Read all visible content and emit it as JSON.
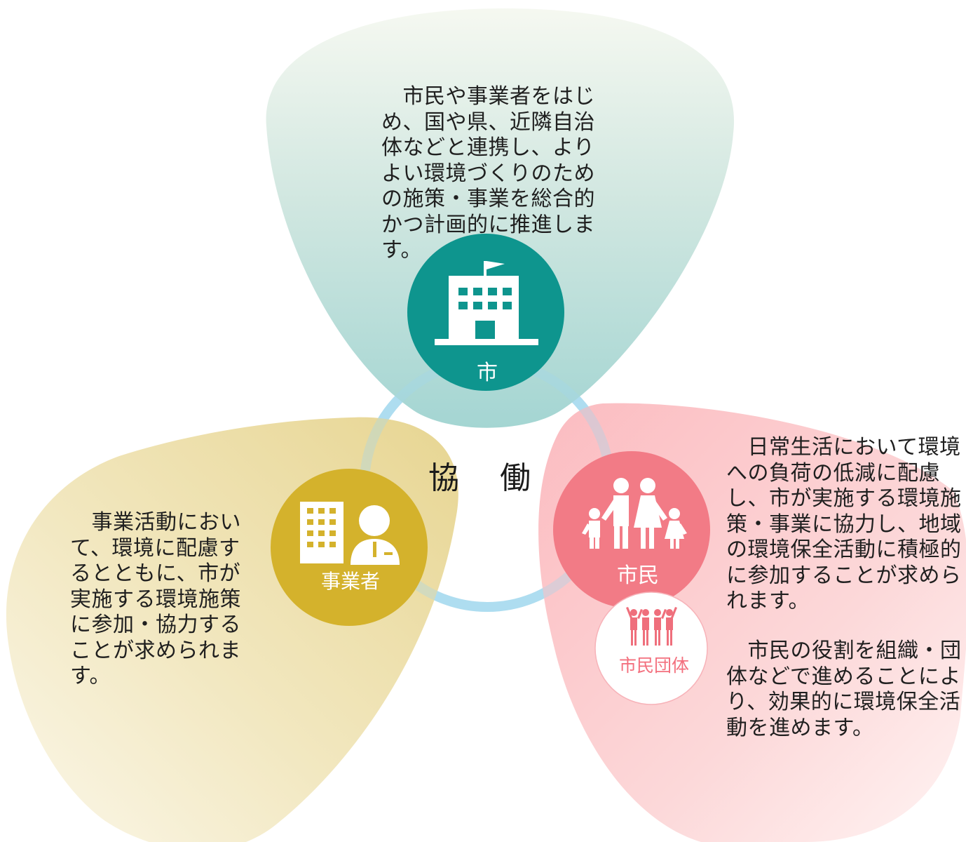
{
  "center": {
    "label": "協 働"
  },
  "city": {
    "label": "市",
    "icon": "city-hall-building-icon",
    "color": "#0e958e",
    "description": "　市民や事業者をはじめ、国や県、近隣自治体などと連携し、よりよい環境づくりのための施策・事業を総合的かつ計画的に推進します。"
  },
  "business": {
    "label": "事業者",
    "icon": "office-worker-icon",
    "color": "#d4b22c",
    "description": "　事業活動において、環境に配慮するとともに、市が実施する環境施策に参加・協力することが求められます。"
  },
  "citizen": {
    "label": "市民",
    "icon": "family-icon",
    "color": "#f26f7c",
    "description": "　日常生活において環境への負荷の低減に配慮し、市が実施する環境施策・事業に協力し、地域の環境保全活動に積極的に参加することが求められます。"
  },
  "citizen_group": {
    "label": "市民団体",
    "icon": "group-people-icon",
    "color": "#f3707e",
    "description": "　市民の役割を組織・団体などで進めることにより、効果的に環境保全活動を進めます。"
  }
}
